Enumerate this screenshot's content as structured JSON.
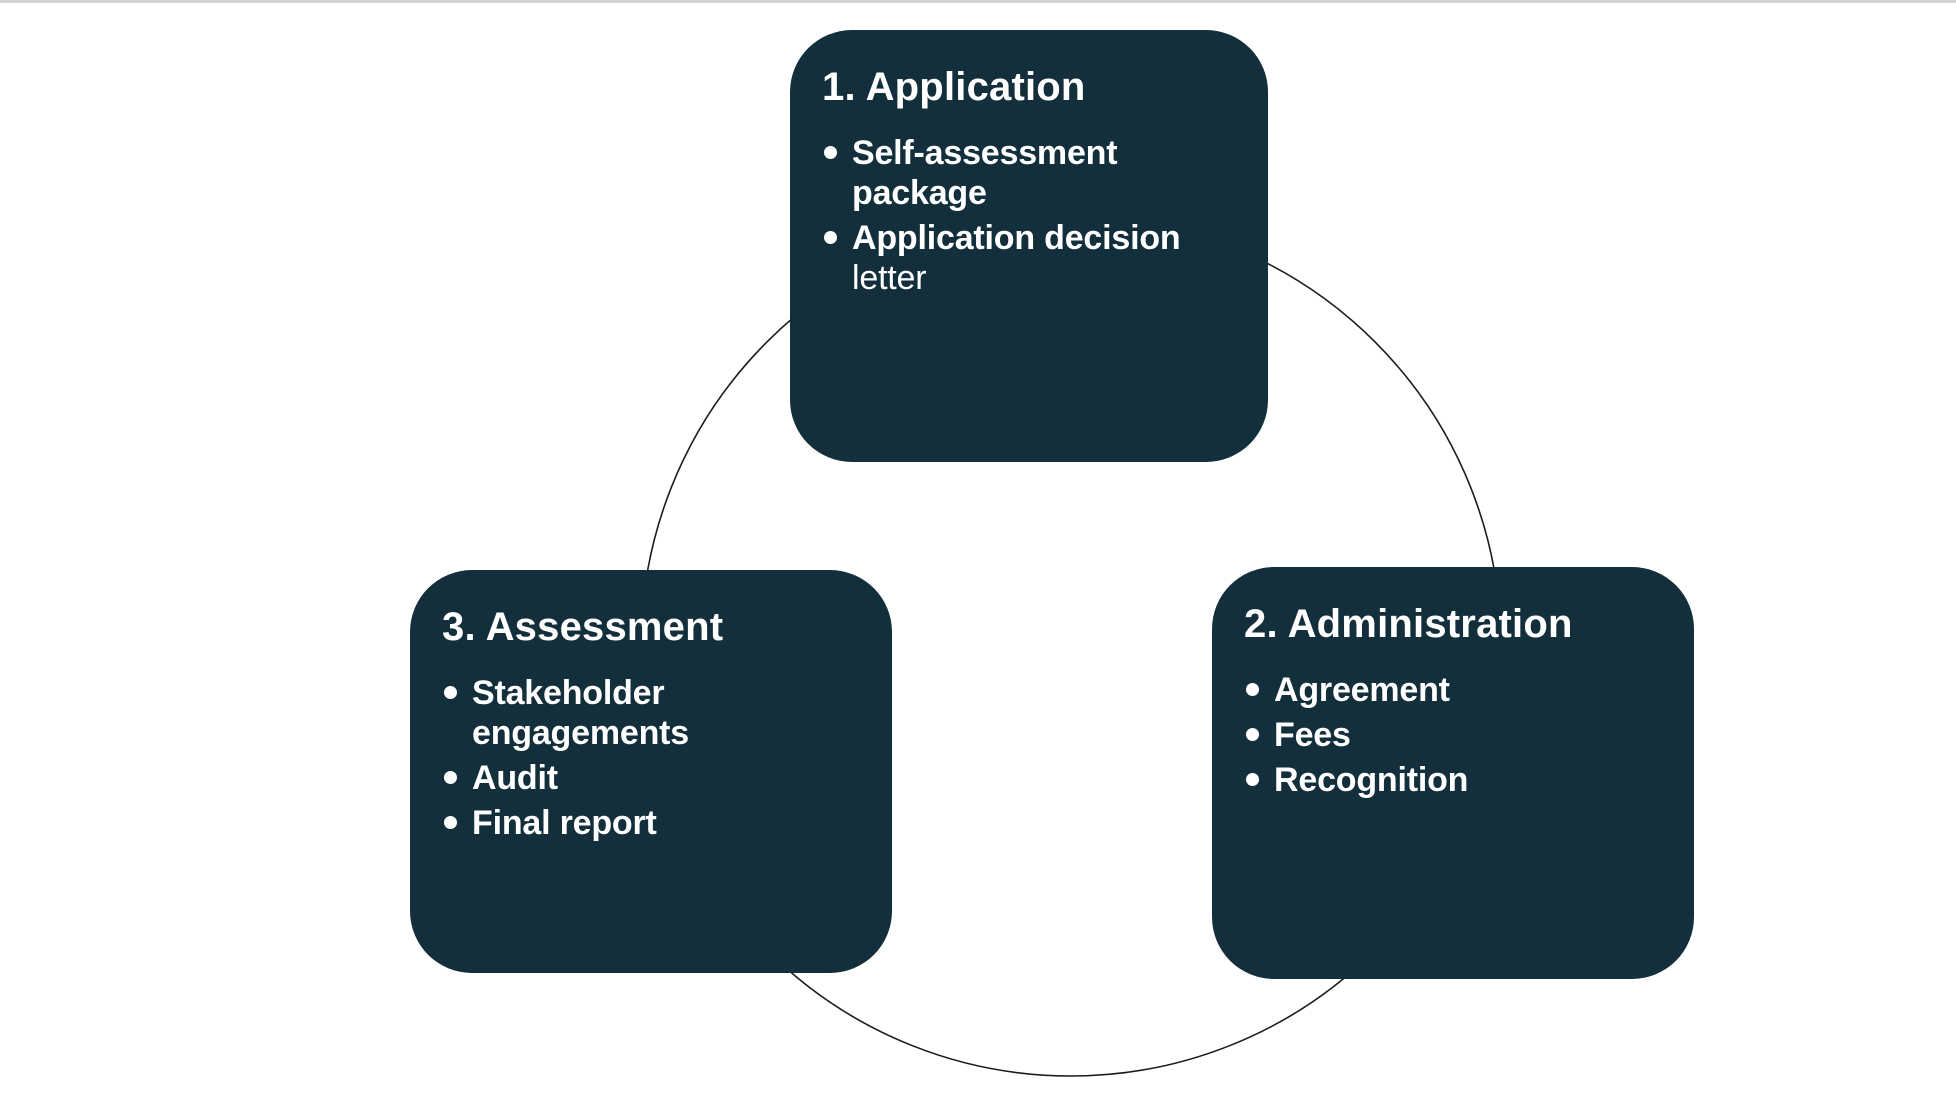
{
  "theme": {
    "background": "#ffffff",
    "box_fill": "#132F3B",
    "text_color": "#ffffff",
    "circle_stroke": "#1c1c1c",
    "top_edge_line": "#d4d4d4"
  },
  "boxes": [
    {
      "id": "application",
      "title": "1. Application",
      "bullets": [
        {
          "text": "Self-assessment package",
          "light": ""
        },
        {
          "text": "Application decision",
          "light": "letter"
        }
      ]
    },
    {
      "id": "administration",
      "title": "2. Administration",
      "bullets": [
        {
          "text": "Agreement",
          "light": ""
        },
        {
          "text": "Fees",
          "light": ""
        },
        {
          "text": "Recognition",
          "light": ""
        }
      ]
    },
    {
      "id": "assessment",
      "title": "3. Assessment",
      "bullets": [
        {
          "text": "Stakeholder engagements",
          "light": ""
        },
        {
          "text": "Audit",
          "light": ""
        },
        {
          "text": "Final report",
          "light": ""
        }
      ]
    }
  ]
}
